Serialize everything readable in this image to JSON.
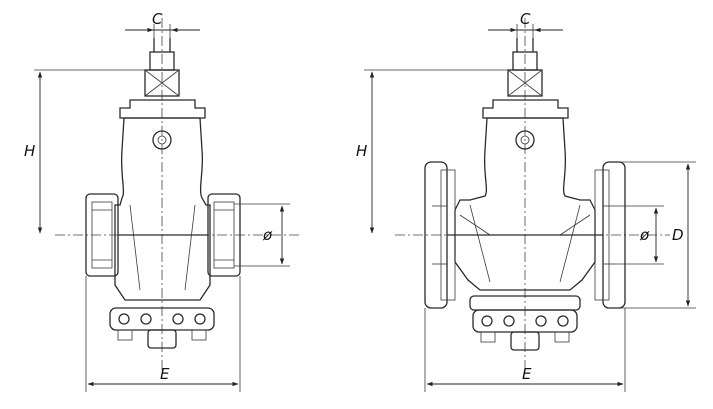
{
  "views": [
    {
      "id": "left",
      "labels": {
        "c": "C",
        "h": "H",
        "diameter": "ø",
        "e": "E"
      }
    },
    {
      "id": "right",
      "labels": {
        "c": "C",
        "h": "H",
        "diameter": "ø",
        "d": "D",
        "e": "E"
      }
    }
  ]
}
